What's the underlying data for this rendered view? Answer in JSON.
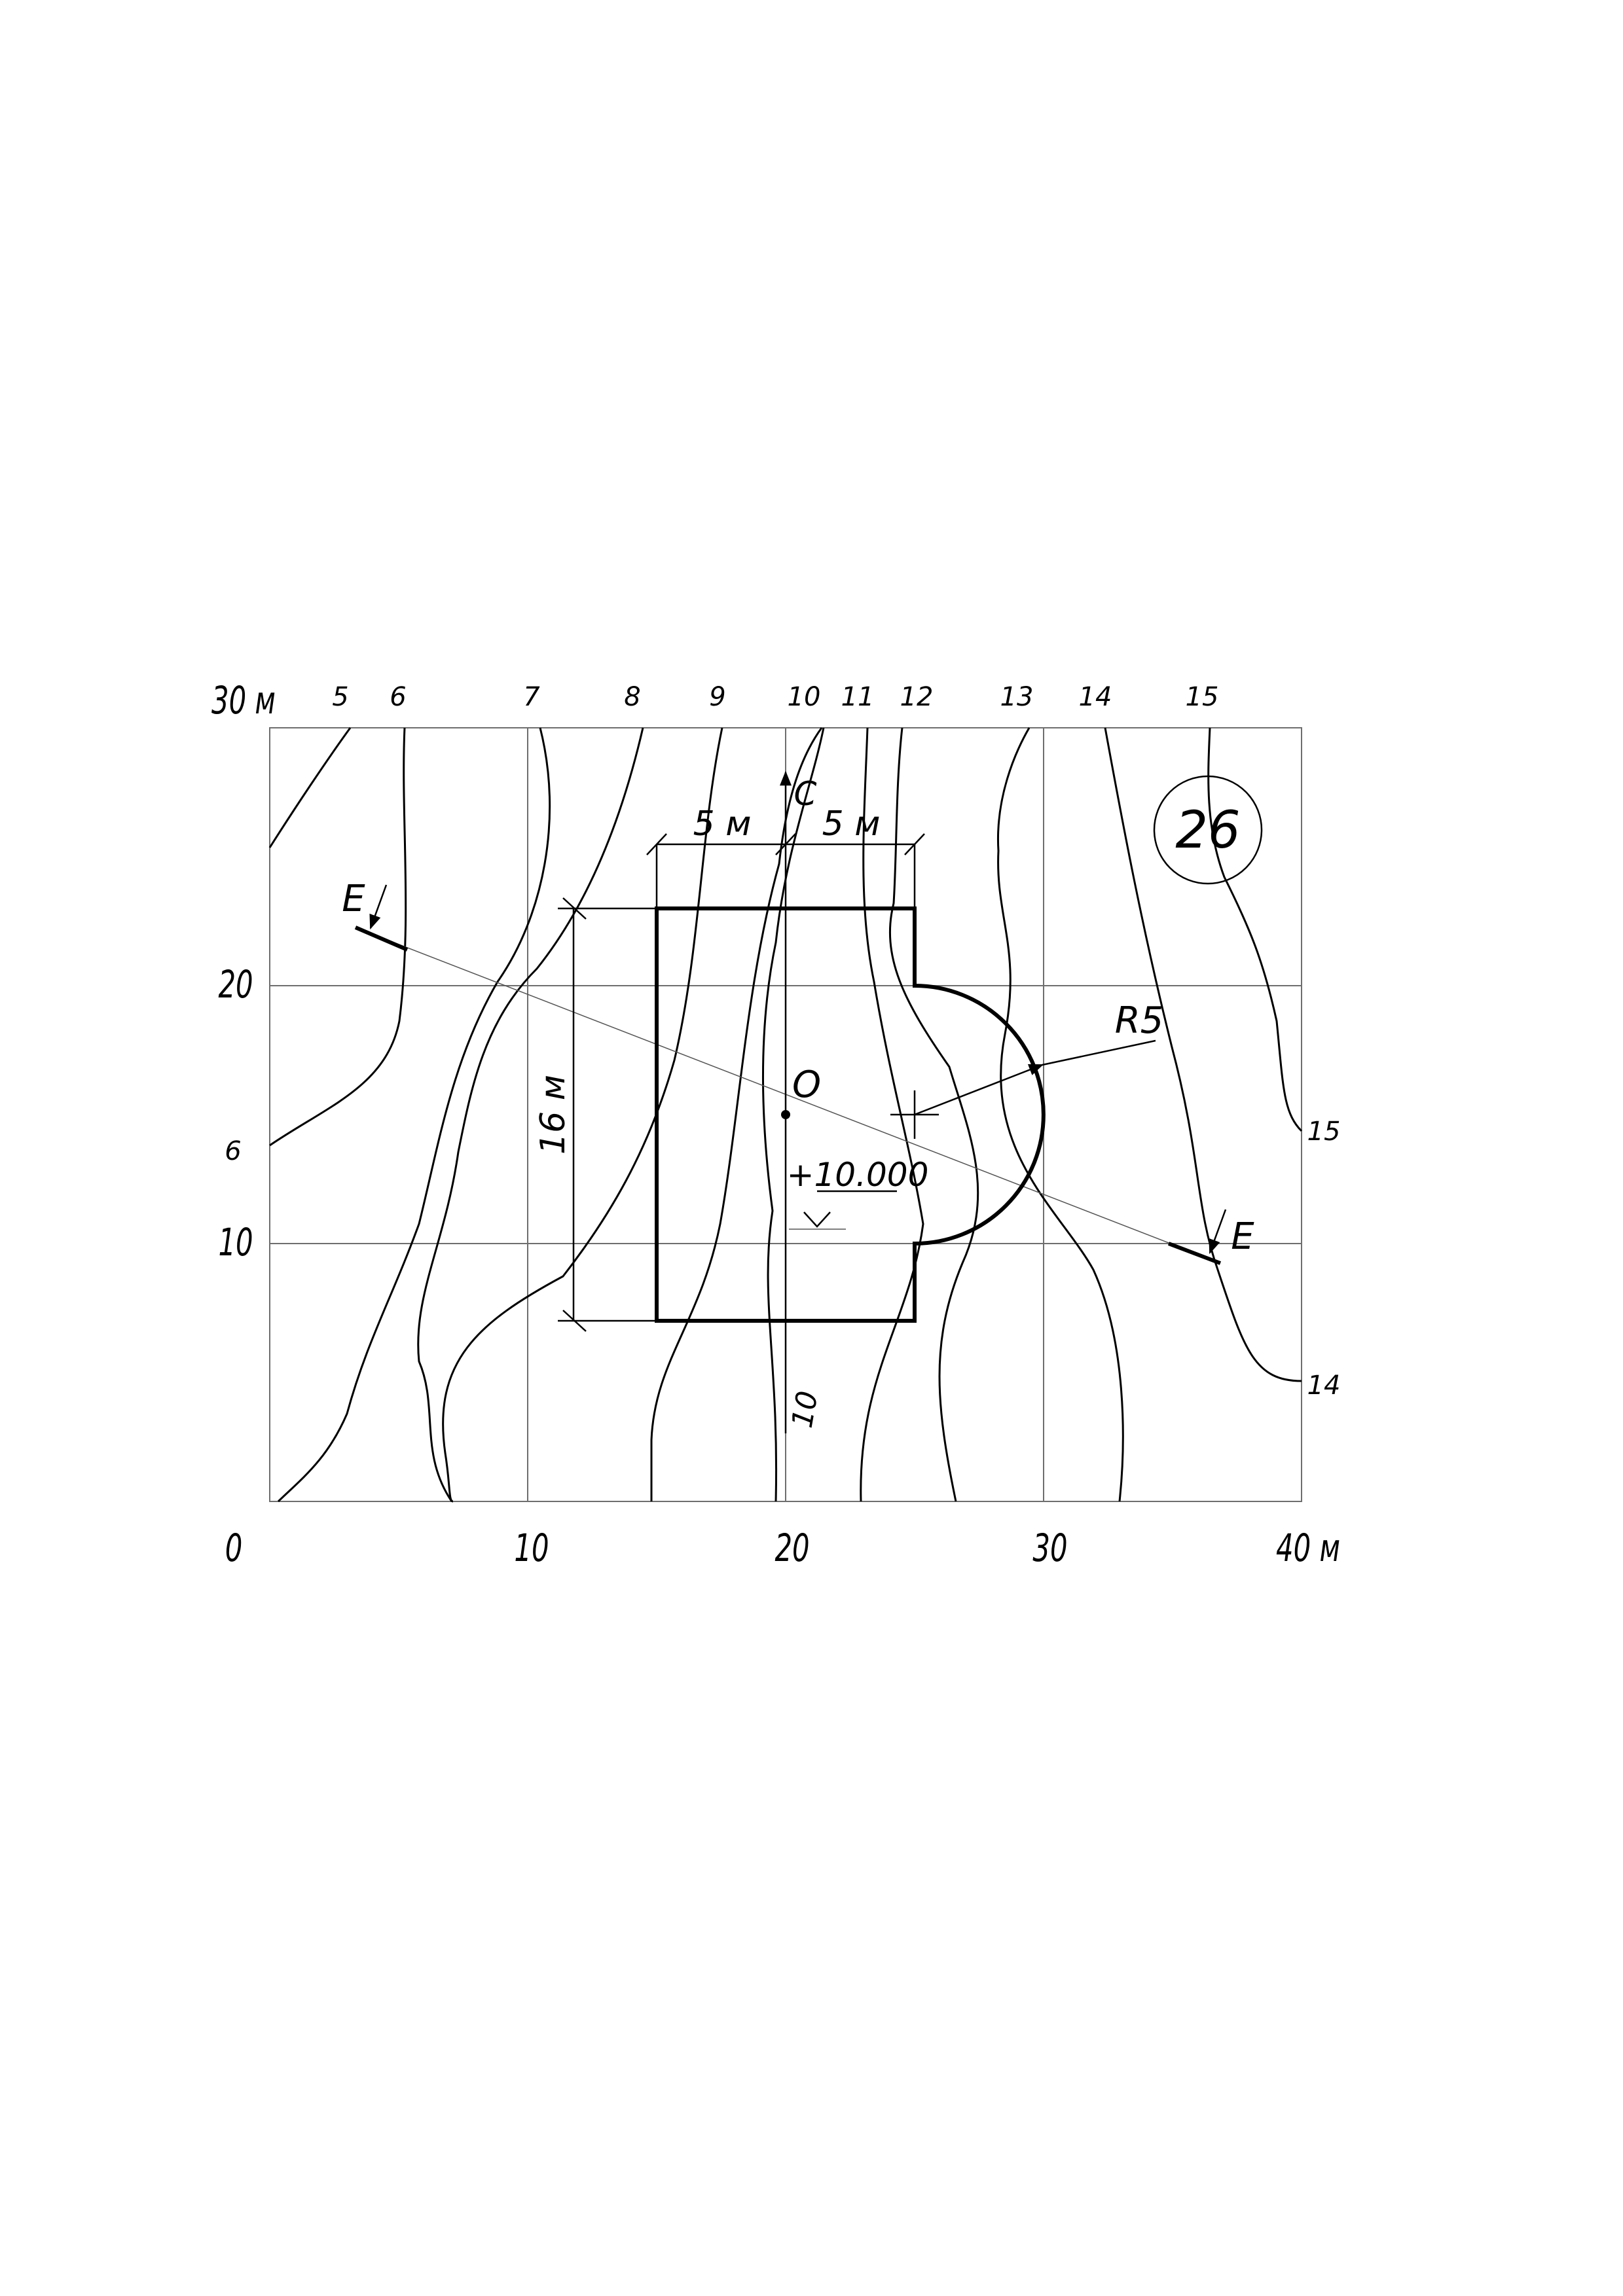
{
  "sheet_number": "26",
  "x_axis": {
    "ticks": [
      {
        "value": 0,
        "label": "0"
      },
      {
        "value": 10,
        "label": "10"
      },
      {
        "value": 20,
        "label": "20"
      },
      {
        "value": 30,
        "label": "30"
      },
      {
        "value": 40,
        "label": "40 м"
      }
    ]
  },
  "y_axis": {
    "ticks": [
      {
        "value": 10,
        "label": "10"
      },
      {
        "value": 20,
        "label": "20"
      },
      {
        "value": 30,
        "label": "30 м"
      }
    ]
  },
  "contour_labels": {
    "top": [
      "5",
      "6",
      "7",
      "8",
      "9",
      "10",
      "11",
      "12",
      "13",
      "14",
      "15"
    ],
    "left": "6",
    "right": [
      "15",
      "14"
    ],
    "lower": "10"
  },
  "annotations": {
    "dim_top_left": "5 м",
    "dim_top_right": "5 м",
    "dim_height": "16 м",
    "radius": "R5",
    "center_point": "O",
    "elevation": "+10.000",
    "north": "С",
    "section_left": "E",
    "section_right": "E"
  },
  "colors": {
    "lines": "#000000",
    "grid": "#6e6e6e",
    "background": "#ffffff"
  }
}
